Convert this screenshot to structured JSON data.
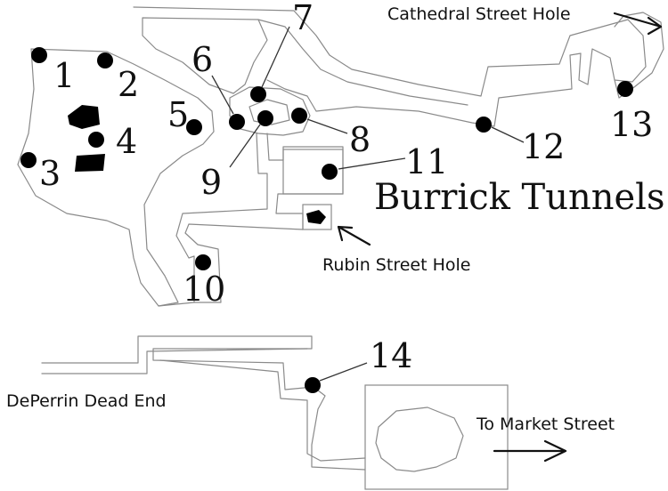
{
  "title": "Burrick Tunnels",
  "labels": {
    "cathedral": "Cathedral Street Hole",
    "rubin": "Rubin Street Hole",
    "deperrin": "DePerrin Dead End",
    "market": "To Market Street"
  },
  "markers": [
    "1",
    "2",
    "3",
    "4",
    "5",
    "6",
    "7",
    "8",
    "9",
    "10",
    "11",
    "12",
    "13",
    "14"
  ]
}
